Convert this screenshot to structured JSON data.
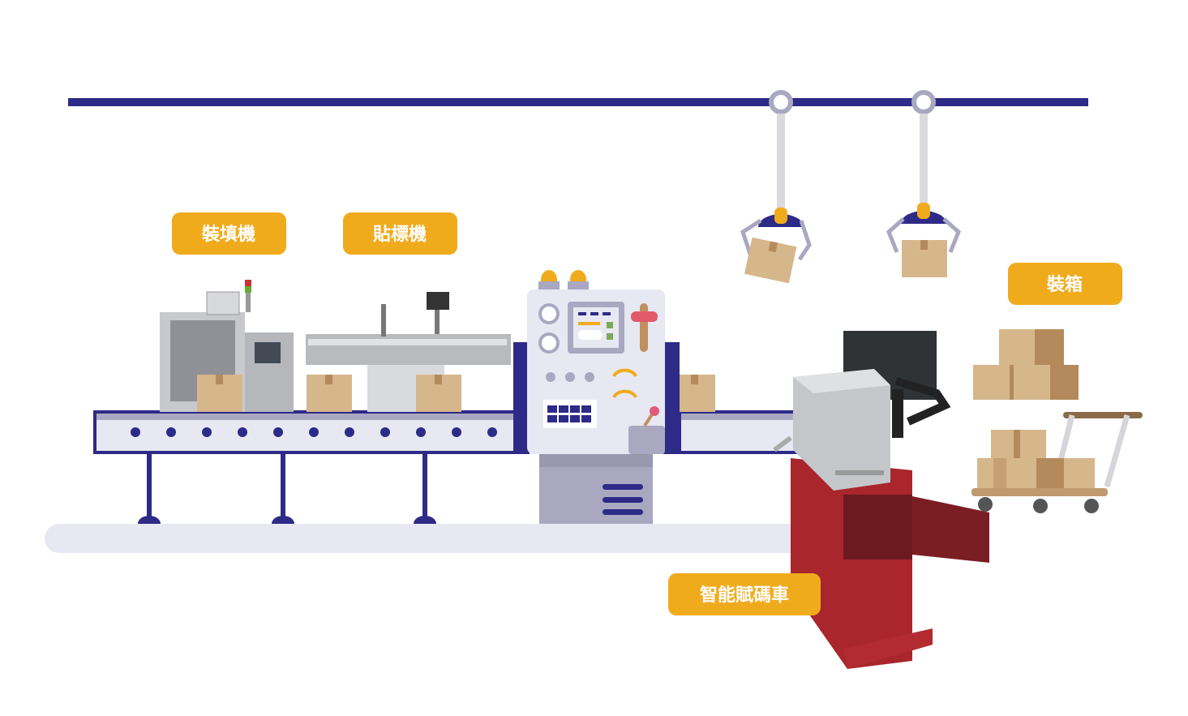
{
  "labels": {
    "filling_machine": "裝填機",
    "labeling_machine": "貼標機",
    "boxing": "裝箱",
    "smart_coding_cart": "智能賦碼車"
  },
  "colors": {
    "navy": "#2e2a87",
    "label_bg": "#f0ab1d",
    "panel": "#e8e8f3",
    "box": "#d6b68b",
    "cart_red": "#a8262c"
  }
}
